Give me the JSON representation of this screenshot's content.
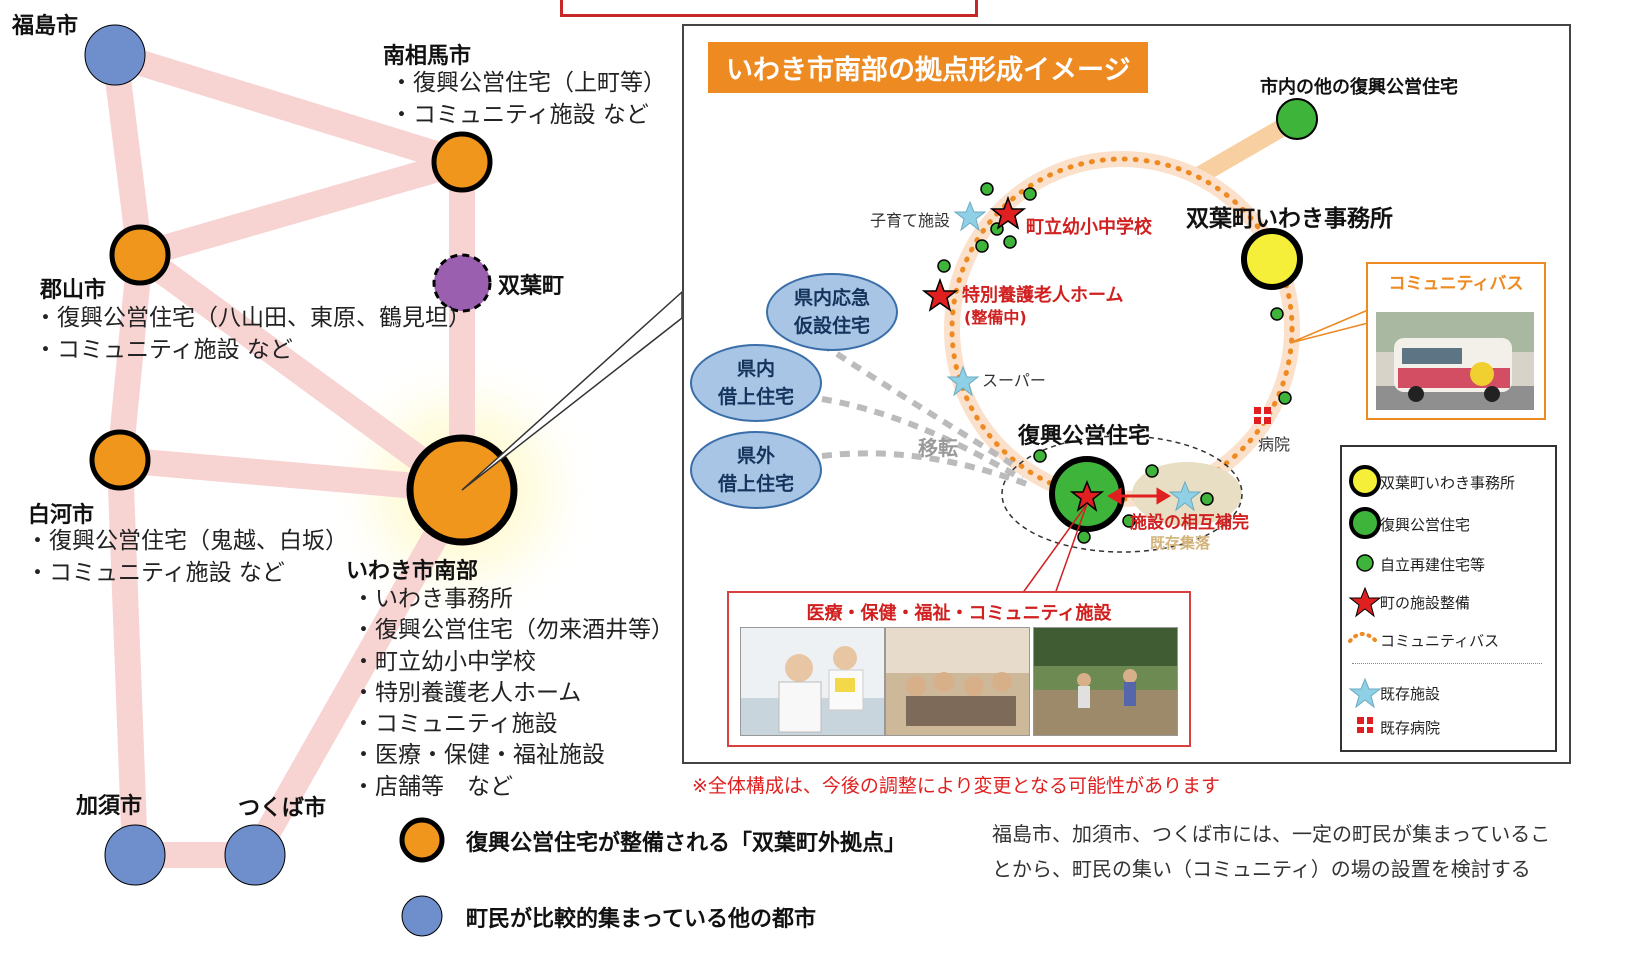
{
  "map": {
    "cities": {
      "fukushima": "福島市",
      "minamisoma": "南相馬市",
      "koriyama": "郡山市",
      "futaba": "双葉町",
      "shirakawa": "白河市",
      "iwaki_south": "いわき市南部",
      "kazo": "加須市",
      "tsukuba": "つくば市"
    },
    "minamisoma_items": [
      "・復興公営住宅（上町等）",
      "・コミュニティ施設 など"
    ],
    "koriyama_items": [
      "・復興公営住宅（八山田、東原、鶴見坦）",
      "・コミュニティ施設 など"
    ],
    "shirakawa_items": [
      "・復興公営住宅（鬼越、白坂）",
      "・コミュニティ施設 など"
    ],
    "iwaki_items": [
      "・いわき事務所",
      "・復興公営住宅（勿来酒井等）",
      "・町立幼小中学校",
      "・特別養護老人ホーム",
      "・コミュニティ施設",
      "・医療・保健・福祉施設",
      "・店舗等　など"
    ]
  },
  "legend": {
    "orange": "復興公営住宅が整備される「双葉町外拠点」",
    "blue": "町民が比較的集まっている他の都市"
  },
  "note": "福島市、加須市、つくば市には、一定の町民が集まっていることから、町民の集い（コミュニティ）の場の設置を検討する",
  "inset": {
    "title": "いわき市南部の拠点形成イメージ",
    "other_housing": "市内の他の復興公営住宅",
    "office": "双葉町いわき事務所",
    "childcare": "子育て施設",
    "school": "町立幼小中学校",
    "nursing_home": "特別養護老人ホーム",
    "under_construction": "(整備中)",
    "supermarket": "スーパー",
    "hospital": "病院",
    "public_housing": "復興公営住宅",
    "mutual": "施設の相互補完",
    "existing_village": "既存集落",
    "move": "移転",
    "bubbles": {
      "emergency": [
        "県内応急",
        "仮設住宅"
      ],
      "in_pref": [
        "県内",
        "借上住宅"
      ],
      "out_pref": [
        "県外",
        "借上住宅"
      ]
    },
    "community_bus_title": "コミュニティバス",
    "facilities_title": "医療・保健・福祉・コミュニティ施設",
    "legend": [
      "双葉町いわき事務所",
      "復興公営住宅",
      "自立再建住宅等",
      "町の施設整備",
      "コミュニティバス",
      "既存施設",
      "既存病院"
    ],
    "disclaimer": "※全体構成は、今後の調整により変更となる可能性があります"
  },
  "colors": {
    "orange": "#f0961c",
    "blue": "#6f8fcc",
    "purple": "#9b5fb0",
    "yellow": "#f5ef3a",
    "green": "#3eb43a",
    "route": "#f7d3d2",
    "red": "#d02020"
  }
}
